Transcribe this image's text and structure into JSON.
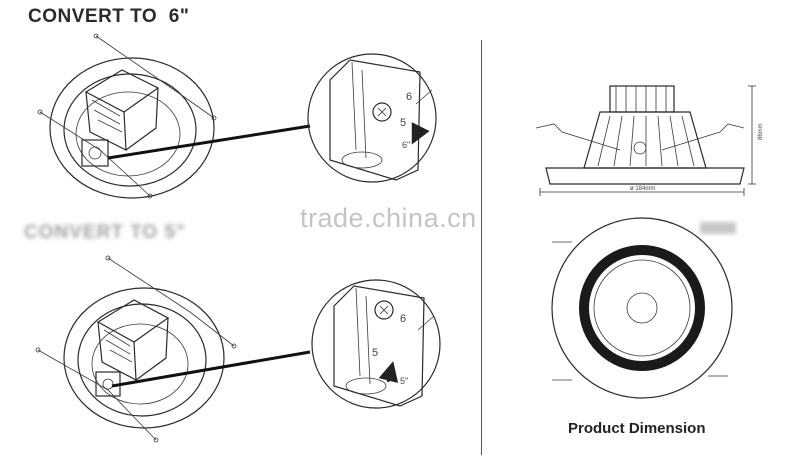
{
  "header": {
    "title": "CONVERT TO  6\""
  },
  "watermark": {
    "text": "trade.china.cn"
  },
  "blurred_heading": {
    "text": "CONVERT TO 5\""
  },
  "detail_labels": {
    "top_five": "5",
    "top_six": "6",
    "top_arrow_label": "6\"",
    "bottom_five": "5",
    "bottom_six": "6",
    "bottom_arrow_label": "5\""
  },
  "dimensions": {
    "diameter": "ø 184mm",
    "height": "86mm"
  },
  "caption": {
    "text": "Product Dimension"
  }
}
